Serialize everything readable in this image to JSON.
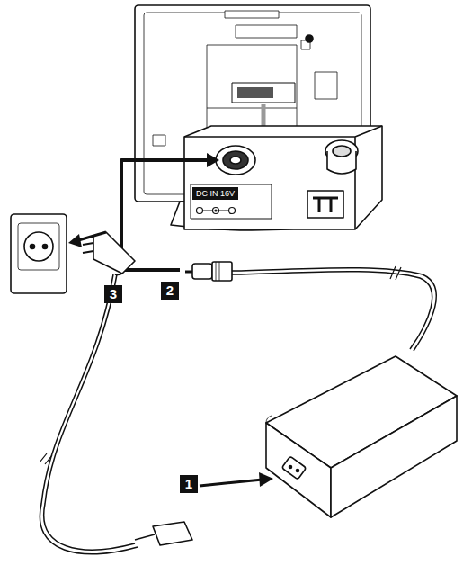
{
  "diagram": {
    "labels": [
      "DC IN 16V",
      "2",
      "3",
      "1"
    ]
  }
}
